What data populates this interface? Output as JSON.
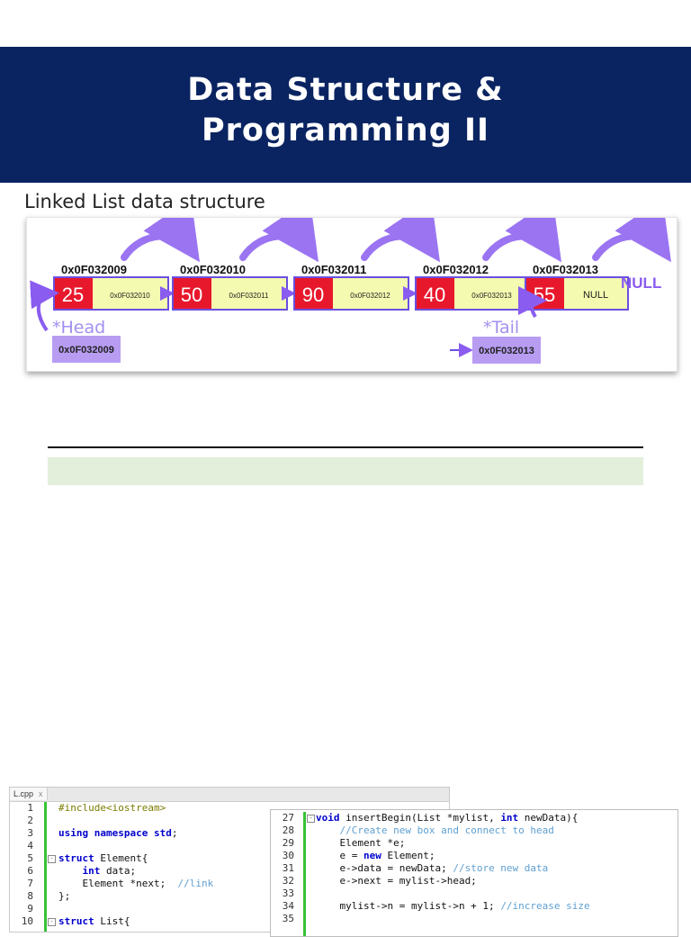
{
  "header": {
    "title_line1": "Data Structure &",
    "title_line2": "Programming II",
    "bg_color": "#0a2461"
  },
  "subtitle": "Linked List data structure",
  "diagram": {
    "nodes": [
      {
        "address": "0x0F032009",
        "value": "25",
        "next": "0x0F032010"
      },
      {
        "address": "0x0F032010",
        "value": "50",
        "next": "0x0F032011"
      },
      {
        "address": "0x0F032011",
        "value": "90",
        "next": "0x0F032012"
      },
      {
        "address": "0x0F032012",
        "value": "40",
        "next": "0x0F032013"
      },
      {
        "address": "0x0F032013",
        "value": "55",
        "next": "NULL"
      }
    ],
    "null_label": "NULL",
    "head_label": "*Head",
    "head_value": "0x0F032009",
    "tail_label": "*Tail",
    "tail_value": "0x0F032013",
    "value_color": "#e8182c",
    "pointer_color": "#f4fbb0",
    "arrow_color": "#8a5cf0"
  },
  "editor1": {
    "tab_label": "L.cpp",
    "tab_close": "x",
    "lines": [
      {
        "n": "1",
        "fold": "",
        "segs": [
          [
            "pp",
            "#include<iostream>"
          ]
        ]
      },
      {
        "n": "2",
        "fold": "",
        "segs": []
      },
      {
        "n": "3",
        "fold": "",
        "segs": [
          [
            "kw",
            "using"
          ],
          [
            "",
            " "
          ],
          [
            "kw",
            "namespace"
          ],
          [
            "",
            " "
          ],
          [
            "kw",
            "std"
          ],
          [
            "",
            ";"
          ]
        ]
      },
      {
        "n": "4",
        "fold": "",
        "segs": []
      },
      {
        "n": "5",
        "fold": "-",
        "segs": [
          [
            "kw",
            "struct"
          ],
          [
            "",
            " Element{"
          ]
        ]
      },
      {
        "n": "6",
        "fold": "",
        "segs": [
          [
            "",
            "    "
          ],
          [
            "kw",
            "int"
          ],
          [
            "",
            " data;"
          ]
        ]
      },
      {
        "n": "7",
        "fold": "",
        "segs": [
          [
            "",
            "    Element *next;  "
          ],
          [
            "cm",
            "//link"
          ]
        ]
      },
      {
        "n": "8",
        "fold": "",
        "segs": [
          [
            "",
            "};"
          ]
        ]
      },
      {
        "n": "9",
        "fold": "",
        "segs": []
      },
      {
        "n": "10",
        "fold": "-",
        "segs": [
          [
            "kw",
            "struct"
          ],
          [
            "",
            " List{"
          ]
        ]
      }
    ]
  },
  "editor2": {
    "lines": [
      {
        "n": "27",
        "fold": "-",
        "segs": [
          [
            "kw",
            "void"
          ],
          [
            "",
            " insertBegin(List *mylist, "
          ],
          [
            "kw",
            "int"
          ],
          [
            "",
            " newData){"
          ]
        ]
      },
      {
        "n": "28",
        "fold": "",
        "segs": [
          [
            "",
            "    "
          ],
          [
            "cm",
            "//Create new box and connect to head"
          ]
        ]
      },
      {
        "n": "29",
        "fold": "",
        "segs": [
          [
            "",
            "    Element *e;"
          ]
        ]
      },
      {
        "n": "30",
        "fold": "",
        "segs": [
          [
            "",
            "    e = "
          ],
          [
            "kw",
            "new"
          ],
          [
            "",
            " Element;"
          ]
        ]
      },
      {
        "n": "31",
        "fold": "",
        "segs": [
          [
            "",
            "    e->data = newData; "
          ],
          [
            "cm",
            "//store new data"
          ]
        ]
      },
      {
        "n": "32",
        "fold": "",
        "segs": [
          [
            "",
            "    e->next = mylist->head;"
          ]
        ]
      },
      {
        "n": "33",
        "fold": "",
        "segs": []
      },
      {
        "n": "34",
        "fold": "",
        "segs": [
          [
            "",
            "    mylist->n = mylist->n + 1; "
          ],
          [
            "cm",
            "//increase size"
          ]
        ]
      },
      {
        "n": "35",
        "fold": "",
        "segs": []
      }
    ]
  }
}
